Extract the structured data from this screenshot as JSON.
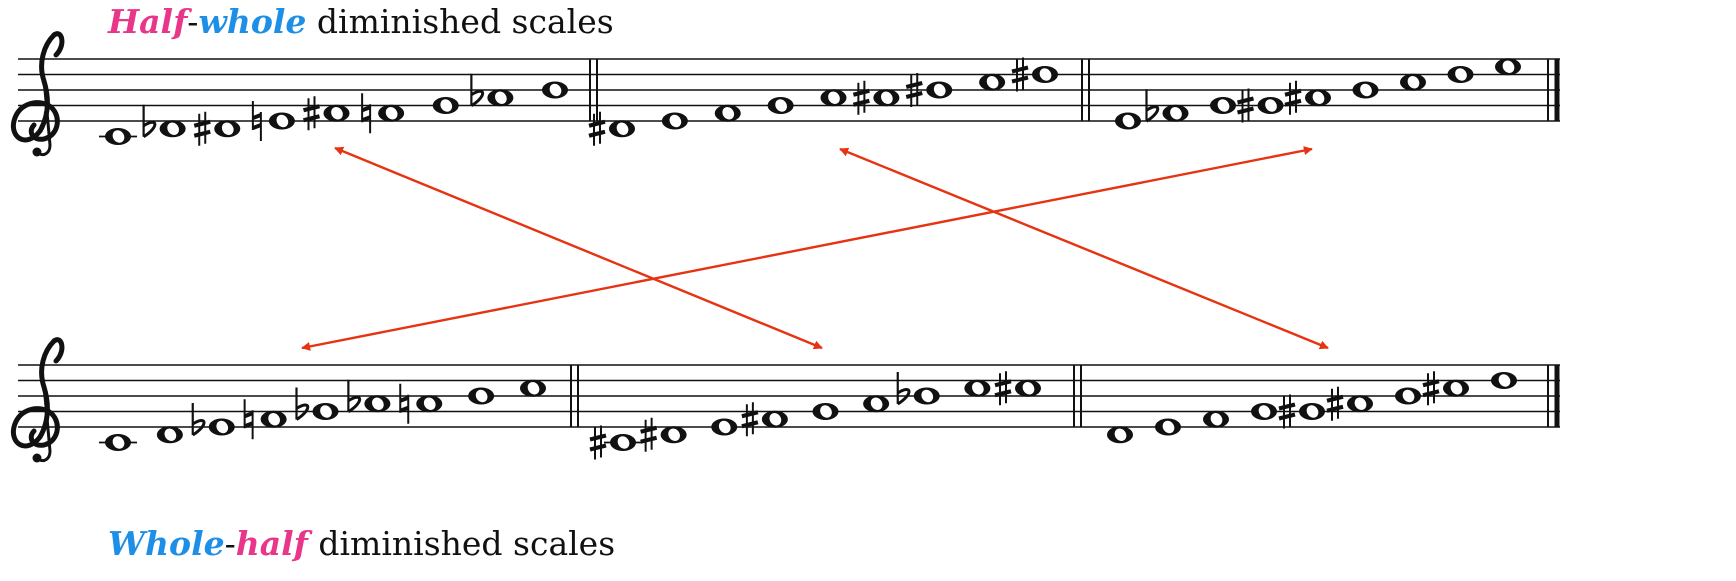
{
  "captions": {
    "top": {
      "part1": "Half",
      "dash": "-",
      "part2": "whole",
      "rest": " diminished scales"
    },
    "bottom": {
      "part1": "Whole",
      "dash": "-",
      "part2": "half",
      "rest": " diminished scales"
    }
  },
  "colors": {
    "pink": "#e8368a",
    "blue": "#1e8fe6",
    "arrow": "#e63312",
    "ink": "#111111"
  },
  "systems": [
    {
      "name": "half-whole",
      "measures": [
        {
          "notes": [
            {
              "s": -2,
              "a": ""
            },
            {
              "s": -1,
              "a": "flat"
            },
            {
              "s": -1,
              "a": "sharp"
            },
            {
              "s": 0,
              "a": "natural"
            },
            {
              "s": 1,
              "a": "sharp"
            },
            {
              "s": 1,
              "a": "natural"
            },
            {
              "s": 2,
              "a": ""
            },
            {
              "s": 3,
              "a": "flat"
            },
            {
              "s": 4,
              "a": ""
            }
          ]
        },
        {
          "notes": [
            {
              "s": -1,
              "a": "sharp"
            },
            {
              "s": 0,
              "a": ""
            },
            {
              "s": 1,
              "a": ""
            },
            {
              "s": 2,
              "a": ""
            },
            {
              "s": 3,
              "a": ""
            },
            {
              "s": 3,
              "a": "sharp"
            },
            {
              "s": 4,
              "a": "sharp"
            },
            {
              "s": 5,
              "a": ""
            },
            {
              "s": 6,
              "a": "sharp"
            }
          ]
        },
        {
          "notes": [
            {
              "s": 0,
              "a": ""
            },
            {
              "s": 1,
              "a": "flat"
            },
            {
              "s": 2,
              "a": ""
            },
            {
              "s": 2,
              "a": "sharp"
            },
            {
              "s": 3,
              "a": "sharp"
            },
            {
              "s": 4,
              "a": ""
            },
            {
              "s": 5,
              "a": ""
            },
            {
              "s": 6,
              "a": ""
            },
            {
              "s": 7,
              "a": ""
            }
          ]
        }
      ]
    },
    {
      "name": "whole-half",
      "measures": [
        {
          "notes": [
            {
              "s": -2,
              "a": ""
            },
            {
              "s": -1,
              "a": ""
            },
            {
              "s": 0,
              "a": "flat"
            },
            {
              "s": 1,
              "a": "natural"
            },
            {
              "s": 2,
              "a": "flat"
            },
            {
              "s": 3,
              "a": "flat"
            },
            {
              "s": 3,
              "a": "natural"
            },
            {
              "s": 4,
              "a": ""
            },
            {
              "s": 5,
              "a": ""
            }
          ]
        },
        {
          "notes": [
            {
              "s": -2,
              "a": "sharp"
            },
            {
              "s": -1,
              "a": "sharp"
            },
            {
              "s": 0,
              "a": ""
            },
            {
              "s": 1,
              "a": "sharp"
            },
            {
              "s": 2,
              "a": ""
            },
            {
              "s": 3,
              "a": ""
            },
            {
              "s": 4,
              "a": "flat"
            },
            {
              "s": 5,
              "a": ""
            },
            {
              "s": 5,
              "a": "sharp"
            }
          ]
        },
        {
          "notes": [
            {
              "s": -1,
              "a": ""
            },
            {
              "s": 0,
              "a": ""
            },
            {
              "s": 1,
              "a": ""
            },
            {
              "s": 2,
              "a": ""
            },
            {
              "s": 2,
              "a": "sharp"
            },
            {
              "s": 3,
              "a": "sharp"
            },
            {
              "s": 4,
              "a": ""
            },
            {
              "s": 5,
              "a": "sharp"
            },
            {
              "s": 6,
              "a": ""
            }
          ]
        }
      ]
    }
  ],
  "arrows": [
    {
      "from": "top-measure-1",
      "to": "bottom-measure-2",
      "bidirectional": true
    },
    {
      "from": "top-measure-2",
      "to": "bottom-measure-3",
      "bidirectional": true
    },
    {
      "from": "top-measure-3",
      "to": "bottom-measure-1",
      "bidirectional": true
    }
  ]
}
